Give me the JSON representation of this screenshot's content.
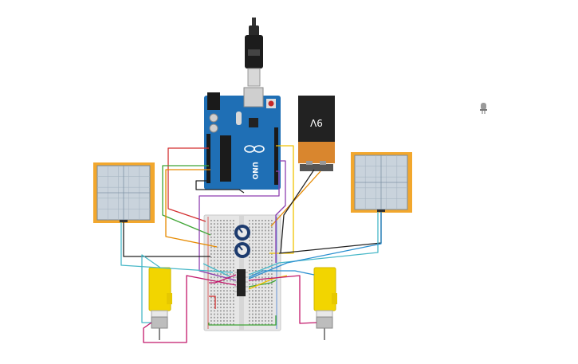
{
  "battery": {
    "voltage_label": "9V"
  },
  "arduino": {
    "brand_label": "UNO"
  },
  "oscilloscopes": [
    {
      "id": "left"
    },
    {
      "id": "right"
    }
  ],
  "colors": {
    "background": "#ffffff",
    "arduino_board": "#1f6fb5",
    "breadboard": "#e6e6e6",
    "scope_frame": "#f2a72d",
    "scope_screen": "#c9d3dc",
    "battery_top": "#222222",
    "battery_bottom": "#d9862e",
    "motor_yellow": "#f2d500",
    "wire_red": "#d32f2f",
    "wire_green": "#3fa535",
    "wire_orange": "#e68a00",
    "wire_purple": "#8e3fb0",
    "wire_yellow": "#f2c200",
    "wire_cyan": "#48b8c8",
    "wire_blue": "#2a8fd0",
    "wire_black": "#222222",
    "wire_magenta": "#c2186b"
  },
  "icons": [
    "usb-cable-icon",
    "led-icon",
    "potentiometer-icon",
    "motor-driver-chip-icon"
  ]
}
